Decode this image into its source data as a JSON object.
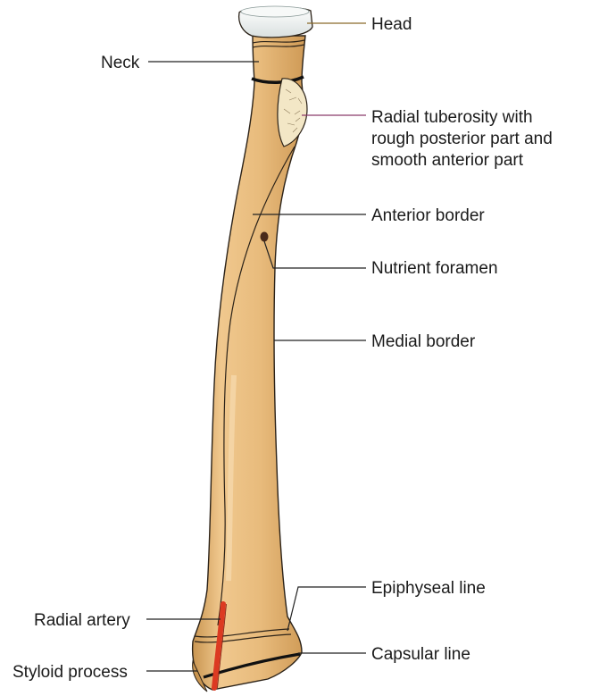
{
  "colors": {
    "bone_light": "#f0c88e",
    "bone_mid": "#e3b070",
    "bone_shadow": "#c99550",
    "head_cartilage": "#eef1f0",
    "tuberosity": "#f3e7c6",
    "artery": "#dc3a22",
    "leader_default": "#222222",
    "leader_head": "#8a6a2a",
    "leader_tuberosity": "#8a3a6a"
  },
  "labels": {
    "head": "Head",
    "neck": "Neck",
    "tuberosity_line1": "Radial tuberosity with",
    "tuberosity_line2": "rough posterior part and",
    "tuberosity_line3": "smooth anterior part",
    "anterior_border": "Anterior border",
    "nutrient_foramen": "Nutrient foramen",
    "medial_border": "Medial border",
    "epiphyseal_line": "Epiphyseal line",
    "radial_artery": "Radial artery",
    "capsular_line": "Capsular line",
    "styloid_process": "Styloid process"
  }
}
